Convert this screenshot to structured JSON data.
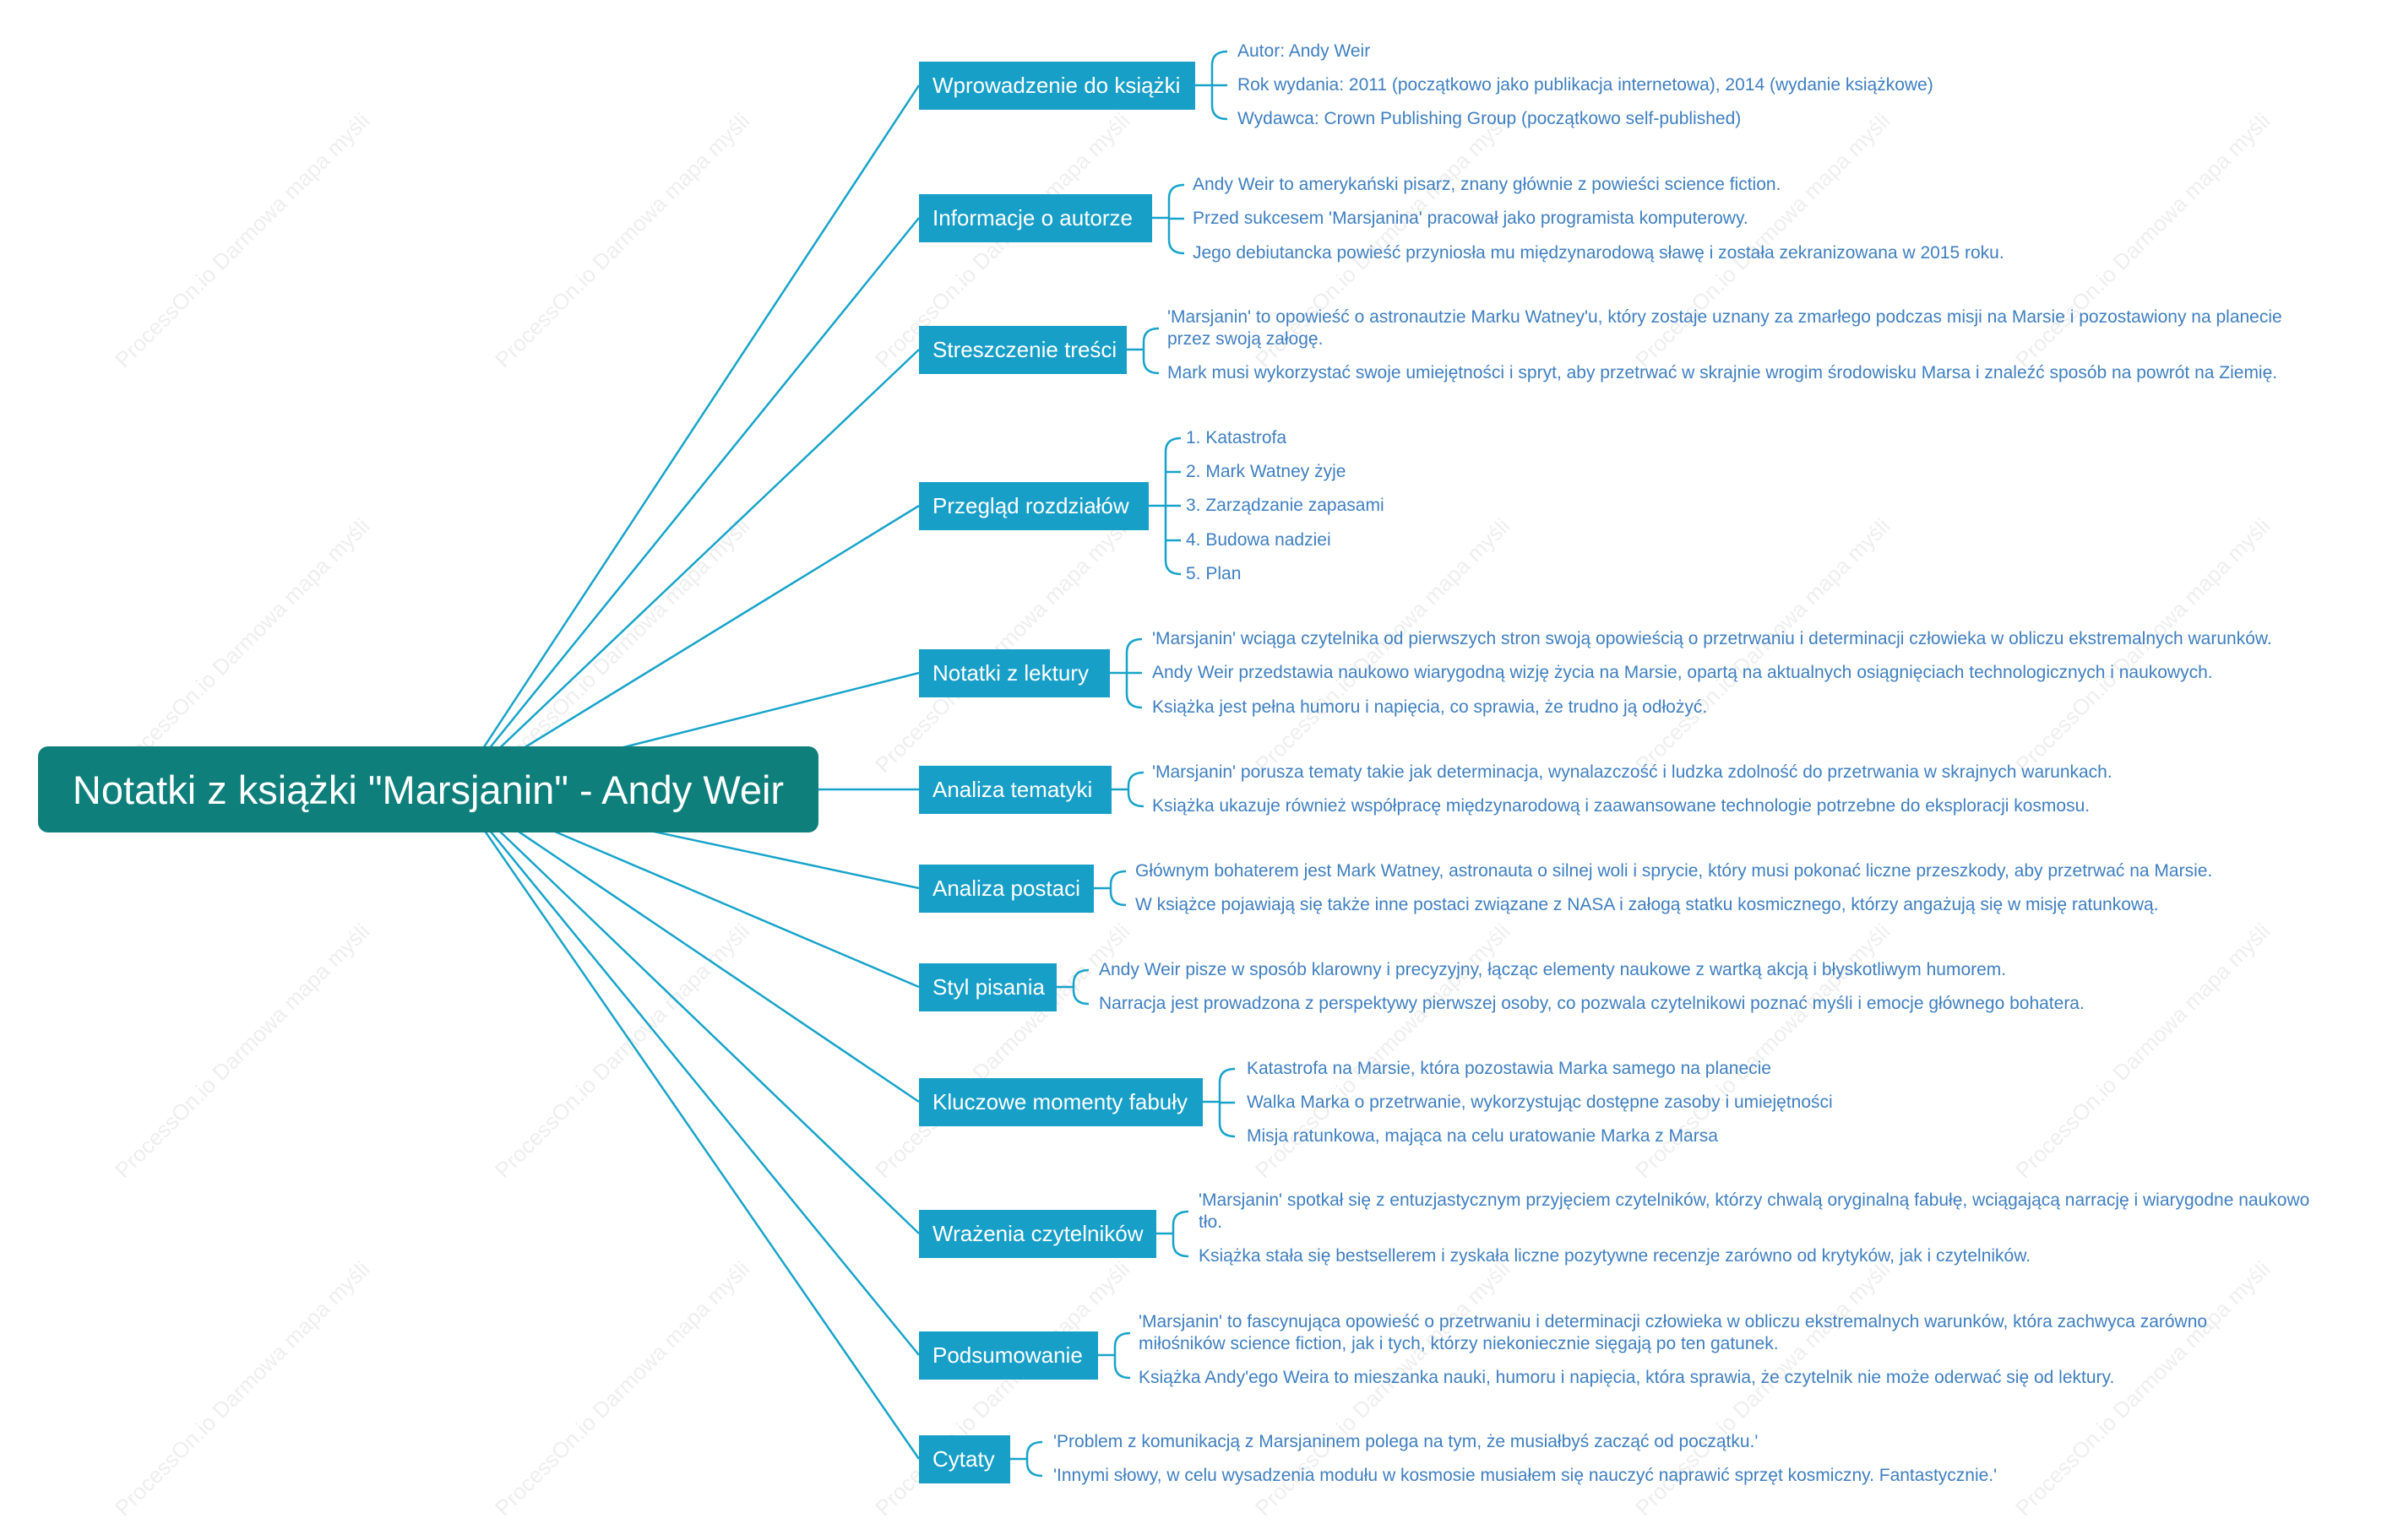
{
  "root": {
    "title": "Notatki z książki \"Marsjanin\" - Andy Weir"
  },
  "watermark": "ProcessOn.io Darmowa mapa myśli",
  "colors": {
    "root_bg": "#0f7f7c",
    "branch_bg": "#179fc8",
    "line": "#17a3c9",
    "leaf_text": "#3f7fc0"
  },
  "branches": [
    {
      "label": "Wprowadzenie do książki",
      "leaves": [
        "Autor: Andy Weir",
        "Rok wydania: 2011 (początkowo jako publikacja internetowa), 2014 (wydanie książkowe)",
        "Wydawca: Crown Publishing Group (początkowo self-published)"
      ]
    },
    {
      "label": "Informacje o autorze",
      "leaves": [
        "Andy Weir to amerykański pisarz, znany głównie z powieści science fiction.",
        "Przed sukcesem 'Marsjanina' pracował jako programista komputerowy.",
        "Jego debiutancka powieść przyniosła mu międzynarodową sławę i została zekranizowana w 2015 roku."
      ]
    },
    {
      "label": "Streszczenie treści",
      "leaves": [
        "'Marsjanin' to opowieść o astronautzie Marku Watney'u, który zostaje uznany za zmarłego podczas misji na Marsie i pozostawiony na planecie przez swoją załogę.",
        "Mark musi wykorzystać swoje umiejętności i spryt, aby przetrwać w skrajnie wrogim środowisku Marsa i znaleźć sposób na powrót na Ziemię."
      ]
    },
    {
      "label": "Przegląd rozdziałów",
      "leaves": [
        "1. Katastrofa",
        "2. Mark Watney żyje",
        "3. Zarządzanie zapasami",
        "4. Budowa nadziei",
        "5. Plan"
      ]
    },
    {
      "label": "Notatki z lektury",
      "leaves": [
        "'Marsjanin' wciąga czytelnika od pierwszych stron swoją opowieścią o przetrwaniu i determinacji człowieka w obliczu ekstremalnych warunków.",
        "Andy Weir przedstawia naukowo wiarygodną wizję życia na Marsie, opartą na aktualnych osiągnięciach technologicznych i naukowych.",
        "Książka jest pełna humoru i napięcia, co sprawia, że trudno ją odłożyć."
      ]
    },
    {
      "label": "Analiza tematyki",
      "leaves": [
        "'Marsjanin' porusza tematy takie jak determinacja, wynalazczość i ludzka zdolność do przetrwania w skrajnych warunkach.",
        "Książka ukazuje również współpracę międzynarodową i zaawansowane technologie potrzebne do eksploracji kosmosu."
      ]
    },
    {
      "label": "Analiza postaci",
      "leaves": [
        "Głównym bohaterem jest Mark Watney, astronauta o silnej woli i sprycie, który musi pokonać liczne przeszkody, aby przetrwać na Marsie.",
        "W książce pojawiają się także inne postaci związane z NASA i załogą statku kosmicznego, którzy angażują się w misję ratunkową."
      ]
    },
    {
      "label": "Styl pisania",
      "leaves": [
        "Andy Weir pisze w sposób klarowny i precyzyjny, łącząc elementy naukowe z wartką akcją i błyskotliwym humorem.",
        "Narracja jest prowadzona z perspektywy pierwszej osoby, co pozwala czytelnikowi poznać myśli i emocje głównego bohatera."
      ]
    },
    {
      "label": "Kluczowe momenty fabuły",
      "leaves": [
        "Katastrofa na Marsie, która pozostawia Marka samego na planecie",
        "Walka Marka o przetrwanie, wykorzystując dostępne zasoby i umiejętności",
        "Misja ratunkowa, mająca na celu uratowanie Marka z Marsa"
      ]
    },
    {
      "label": "Wrażenia czytelników",
      "leaves": [
        "'Marsjanin' spotkał się z entuzjastycznym przyjęciem czytelników, którzy chwalą oryginalną fabułę, wciągającą narrację i wiarygodne naukowo tło.",
        "Książka stała się bestsellerem i zyskała liczne pozytywne recenzje zarówno od krytyków, jak i czytelników."
      ]
    },
    {
      "label": "Podsumowanie",
      "leaves": [
        "'Marsjanin' to fascynująca opowieść o przetrwaniu i determinacji człowieka w obliczu ekstremalnych warunków, która zachwyca zarówno miłośników science fiction, jak i tych, którzy niekoniecznie sięgają po ten gatunek.",
        "Książka Andy'ego Weira to mieszanka nauki, humoru i napięcia, która sprawia, że czytelnik nie może oderwać się od lektury."
      ]
    },
    {
      "label": "Cytaty",
      "leaves": [
        "'Problem z komunikacją z Marsjaninem polega na tym, że musiałbyś zacząć od początku.'",
        "'Innymi słowy, w celu wysadzenia modułu w kosmosie musiałem się nauczyć naprawić sprzęt kosmiczny. Fantastycznie.'"
      ]
    }
  ]
}
